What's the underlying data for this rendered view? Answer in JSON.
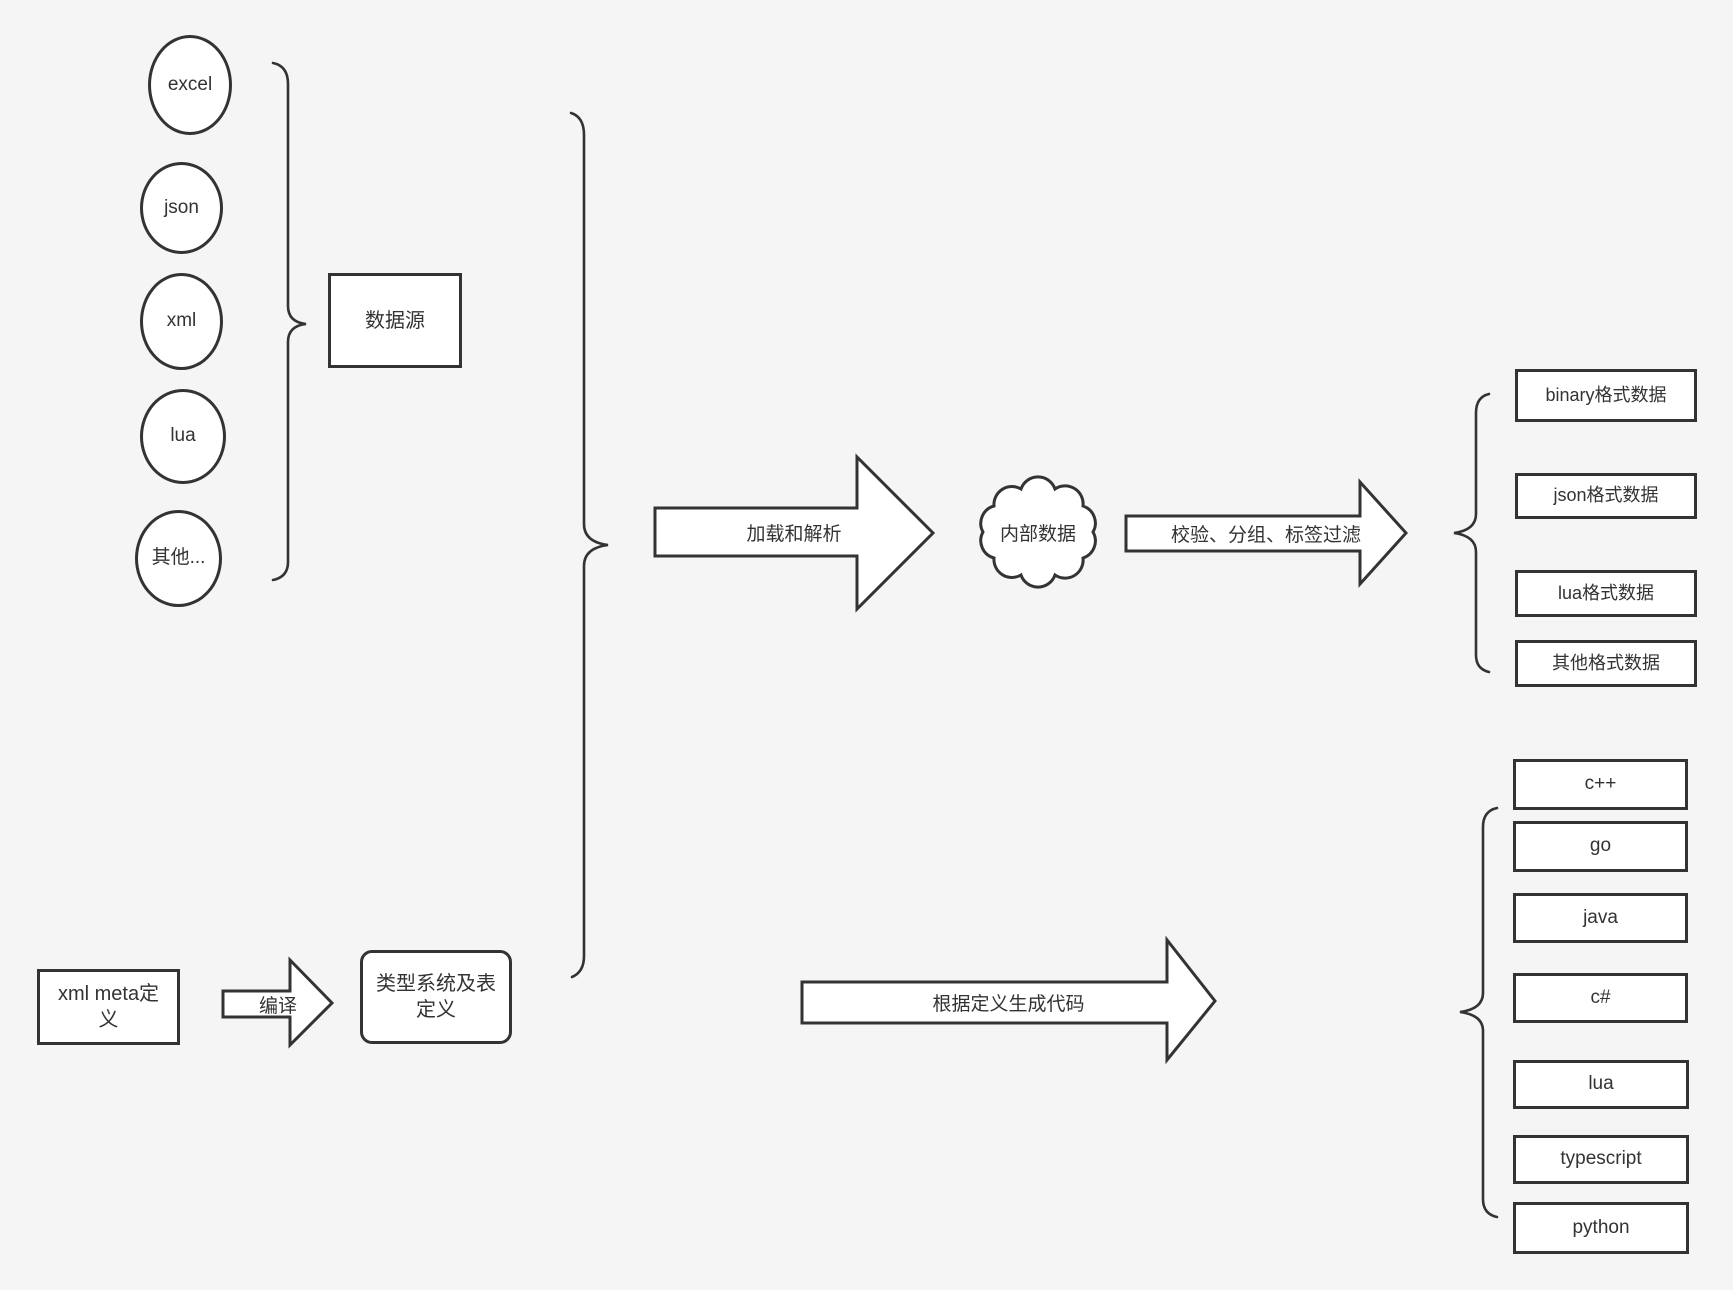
{
  "canvas": {
    "background": "#f5f5f5",
    "stroke_color": "#333333",
    "shape_fill": "#ffffff"
  },
  "sources": {
    "items": [
      {
        "label": "excel"
      },
      {
        "label": "json"
      },
      {
        "label": "xml"
      },
      {
        "label": "lua"
      },
      {
        "label": "其他..."
      }
    ],
    "group_box_label": "数据源"
  },
  "pipeline": {
    "load_arrow_label": "加载和解析",
    "internal_data_label": "内部数据",
    "filter_arrow_label": "校验、分组、标签过滤",
    "output_formats": [
      {
        "label": "binary格式数据"
      },
      {
        "label": "json格式数据"
      },
      {
        "label": "lua格式数据"
      },
      {
        "label": "其他格式数据"
      }
    ]
  },
  "codegen": {
    "meta_box_label": "xml meta定义",
    "compile_arrow_label": "编译",
    "type_system_box_label": "类型系统及表定义",
    "generate_arrow_label": "根据定义生成代码",
    "languages": [
      {
        "label": "c++"
      },
      {
        "label": "go"
      },
      {
        "label": "java"
      },
      {
        "label": "c#"
      },
      {
        "label": "lua"
      },
      {
        "label": "typescript"
      },
      {
        "label": "python"
      }
    ]
  }
}
